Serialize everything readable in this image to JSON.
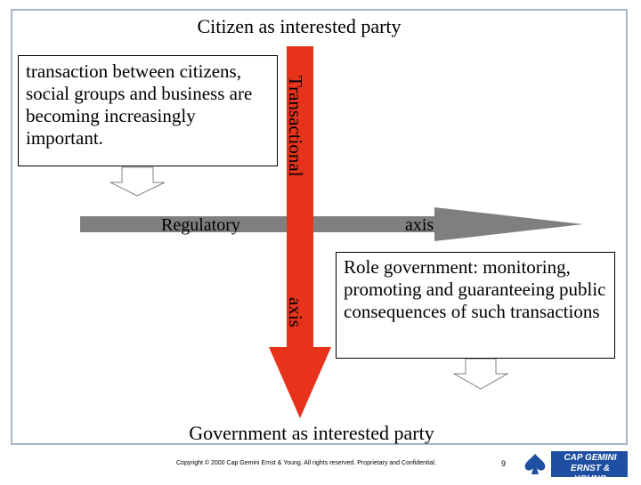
{
  "diagram": {
    "top_label": "Citizen as interested party",
    "bottom_label": "Government as interested party",
    "vertical_axis_label": "Transactional",
    "vertical_axis_suffix": "axis",
    "horizontal_axis_label": "Regulatory",
    "horizontal_axis_suffix": "axis",
    "box_left_text": "transaction between citizens, social groups and business are becoming increasingly important.",
    "box_right_text": "Role government: monitoring, promoting and guaranteeing public consequences of such transactions"
  },
  "footer": {
    "copyright": "Copyright © 2000 Cap Gemini Ernst & Young. All rights reserved. Proprietary and Confidential.",
    "page_number": "9",
    "logo_line1": "CAP GEMINI",
    "logo_line2": "ERNST & YOUNG"
  },
  "colors": {
    "vertical_arrow": "#e8331c",
    "horizontal_arrow": "#7f7f7f",
    "frame": "#a8b4c8",
    "logo_bg": "#1f4fa0"
  }
}
